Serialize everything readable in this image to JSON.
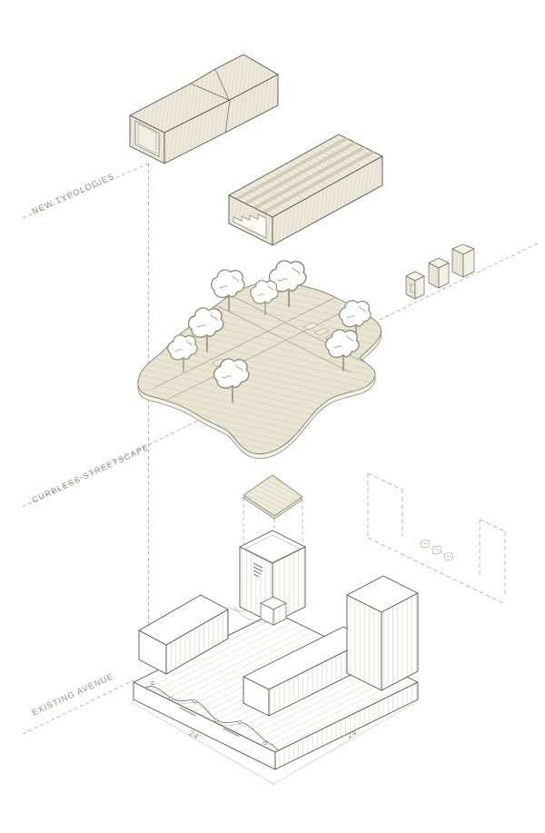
{
  "diagram": {
    "type": "exploded-axonometric-architecture-diagram",
    "layers": [
      {
        "id": "new-typologies",
        "label": "NEW TYPOLOGIES"
      },
      {
        "id": "curbless-streetscape",
        "label": "CURBLESS STREETSCAPE"
      },
      {
        "id": "existing-avenue",
        "label": "EXISTING AVENUE"
      }
    ],
    "dimensions": {
      "left": "24'",
      "right": "24'"
    }
  },
  "colors": {
    "cream": "#ece8da",
    "cream-hatch": "#dbd4bf",
    "cream-light": "#f6f4ea",
    "ground": "#e9e5d3",
    "ground-hatch": "#d5cdb2",
    "outline": "#55544c",
    "line-light": "#c9c8c2",
    "dashed": "#a8a7a0",
    "label": "#908f87",
    "tree": "#8d8d7c",
    "white": "#ffffff"
  }
}
